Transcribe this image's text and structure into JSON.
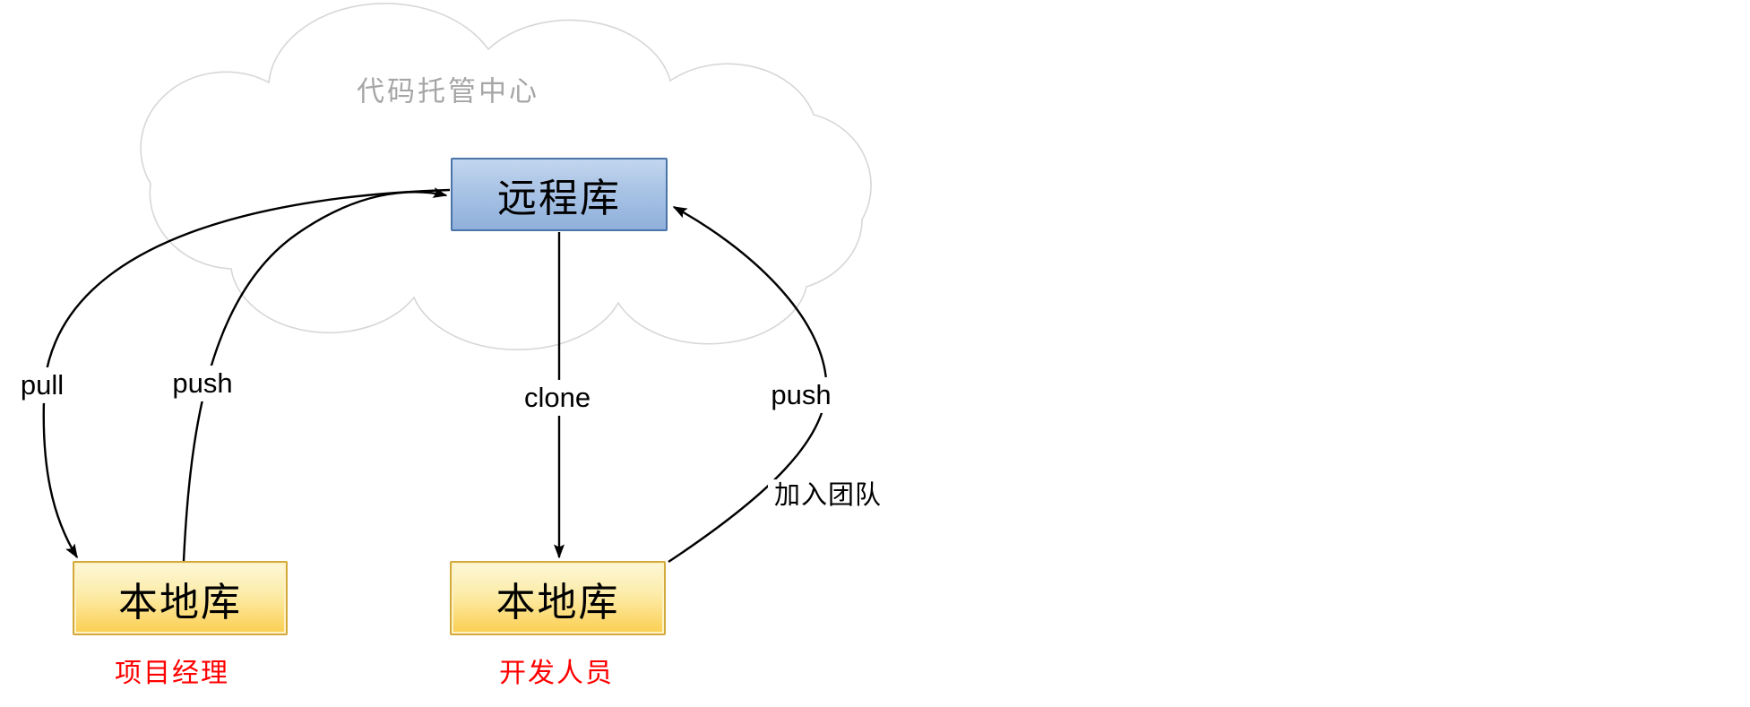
{
  "diagram": {
    "title": "Git remote/local repository workflow diagram",
    "cloud": {
      "label": "代码托管中心",
      "stroke_color": "#d7d7d7",
      "label_color": "#a6a6a6"
    },
    "nodes": {
      "remote": {
        "label": "远程库",
        "fill_top": "#c2d6ee",
        "fill_bottom": "#8fb0db",
        "border": "#4a74a8"
      },
      "local_manager": {
        "label": "本地库",
        "fill_top": "#fdf7d8",
        "fill_bottom": "#fbce50",
        "border": "#d4a93c"
      },
      "local_developer": {
        "label": "本地库",
        "fill_top": "#fdf7d8",
        "fill_bottom": "#fbce50",
        "border": "#d4a93c"
      }
    },
    "captions": {
      "manager": {
        "label": "项目经理",
        "color": "#ff0000"
      },
      "developer": {
        "label": "开发人员",
        "color": "#ff0000"
      }
    },
    "edges": {
      "pull": {
        "label": "pull",
        "from": "remote",
        "to": "local_manager"
      },
      "push_left": {
        "label": "push",
        "from": "local_manager",
        "to": "remote"
      },
      "clone": {
        "label": "clone",
        "from": "remote",
        "to": "local_developer"
      },
      "push_right": {
        "label": "push",
        "from": "local_developer",
        "to": "remote"
      },
      "join_team": {
        "label": "加入团队",
        "annotates": "push_right"
      }
    },
    "arrow_color": "#000000"
  }
}
